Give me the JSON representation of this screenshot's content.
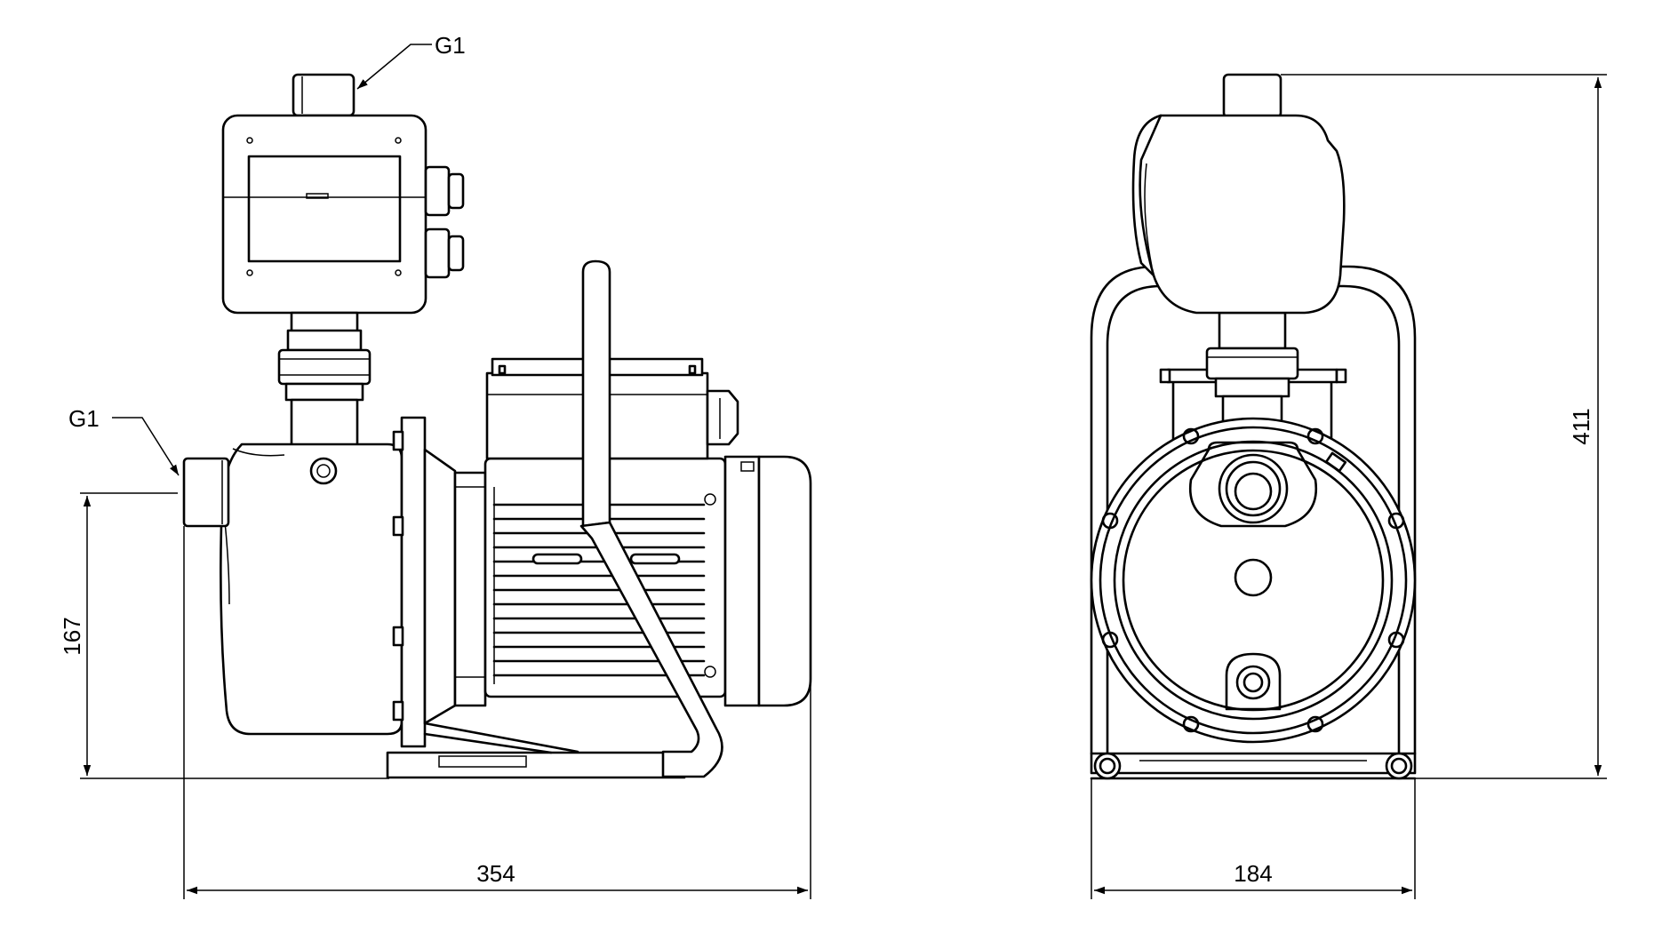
{
  "labels": {
    "inlet_top": "G1",
    "inlet_side": "G1"
  },
  "dimensions": {
    "height_inlet": "167",
    "length": "354",
    "width": "184",
    "height_total": "411"
  }
}
